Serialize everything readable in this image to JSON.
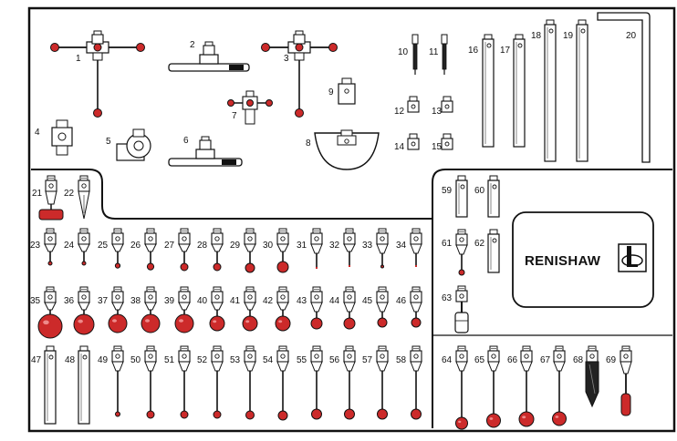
{
  "brand": {
    "name": "RENISHAW"
  },
  "colors": {
    "ruby": "#cc2a2a",
    "metal": "#e6e6e6",
    "outline": "#111111",
    "background": "#ffffff"
  },
  "items": [
    {
      "n": "1",
      "kind": "star-stylus"
    },
    {
      "n": "2",
      "kind": "extension-bar"
    },
    {
      "n": "3",
      "kind": "star-stylus"
    },
    {
      "n": "4",
      "kind": "knuckle"
    },
    {
      "n": "5",
      "kind": "cube"
    },
    {
      "n": "6",
      "kind": "extension-bar"
    },
    {
      "n": "7",
      "kind": "small-star"
    },
    {
      "n": "8",
      "kind": "bowl"
    },
    {
      "n": "9",
      "kind": "block"
    },
    {
      "n": "10",
      "kind": "pin-tool"
    },
    {
      "n": "11",
      "kind": "pin-tool"
    },
    {
      "n": "12",
      "kind": "adapter"
    },
    {
      "n": "13",
      "kind": "adapter"
    },
    {
      "n": "14",
      "kind": "adapter"
    },
    {
      "n": "15",
      "kind": "adapter"
    },
    {
      "n": "16",
      "kind": "extension"
    },
    {
      "n": "17",
      "kind": "extension"
    },
    {
      "n": "18",
      "kind": "extension"
    },
    {
      "n": "19",
      "kind": "extension"
    },
    {
      "n": "20",
      "kind": "hex-key"
    },
    {
      "n": "21",
      "kind": "disc-stylus"
    },
    {
      "n": "22",
      "kind": "point-stylus"
    },
    {
      "n": "23",
      "kind": "ball-stylus"
    },
    {
      "n": "24",
      "kind": "ball-stylus"
    },
    {
      "n": "25",
      "kind": "ball-stylus"
    },
    {
      "n": "26",
      "kind": "ball-stylus"
    },
    {
      "n": "27",
      "kind": "ball-stylus"
    },
    {
      "n": "28",
      "kind": "ball-stylus"
    },
    {
      "n": "29",
      "kind": "ball-stylus"
    },
    {
      "n": "30",
      "kind": "ball-stylus"
    },
    {
      "n": "31",
      "kind": "ball-stylus"
    },
    {
      "n": "32",
      "kind": "ball-stylus"
    },
    {
      "n": "33",
      "kind": "ball-stylus"
    },
    {
      "n": "34",
      "kind": "ball-stylus"
    },
    {
      "n": "35",
      "kind": "ball-stylus"
    },
    {
      "n": "36",
      "kind": "ball-stylus"
    },
    {
      "n": "37",
      "kind": "ball-stylus"
    },
    {
      "n": "38",
      "kind": "ball-stylus"
    },
    {
      "n": "39",
      "kind": "ball-stylus"
    },
    {
      "n": "40",
      "kind": "ball-stylus"
    },
    {
      "n": "41",
      "kind": "ball-stylus"
    },
    {
      "n": "42",
      "kind": "ball-stylus"
    },
    {
      "n": "43",
      "kind": "ball-stylus"
    },
    {
      "n": "44",
      "kind": "ball-stylus"
    },
    {
      "n": "45",
      "kind": "ball-stylus"
    },
    {
      "n": "46",
      "kind": "ball-stylus"
    },
    {
      "n": "47",
      "kind": "extension"
    },
    {
      "n": "48",
      "kind": "extension"
    },
    {
      "n": "49",
      "kind": "ball-stylus"
    },
    {
      "n": "50",
      "kind": "ball-stylus"
    },
    {
      "n": "51",
      "kind": "ball-stylus"
    },
    {
      "n": "52",
      "kind": "ball-stylus"
    },
    {
      "n": "53",
      "kind": "ball-stylus"
    },
    {
      "n": "54",
      "kind": "ball-stylus"
    },
    {
      "n": "55",
      "kind": "ball-stylus"
    },
    {
      "n": "56",
      "kind": "ball-stylus"
    },
    {
      "n": "57",
      "kind": "ball-stylus"
    },
    {
      "n": "58",
      "kind": "ball-stylus"
    },
    {
      "n": "59",
      "kind": "extension"
    },
    {
      "n": "60",
      "kind": "extension"
    },
    {
      "n": "61",
      "kind": "ball-stylus"
    },
    {
      "n": "62",
      "kind": "extension"
    },
    {
      "n": "63",
      "kind": "cylinder-stylus"
    },
    {
      "n": "64",
      "kind": "ball-stylus"
    },
    {
      "n": "65",
      "kind": "ball-stylus"
    },
    {
      "n": "66",
      "kind": "ball-stylus"
    },
    {
      "n": "67",
      "kind": "ball-stylus"
    },
    {
      "n": "68",
      "kind": "dark-point-stylus"
    },
    {
      "n": "69",
      "kind": "cylinder-stylus"
    }
  ]
}
